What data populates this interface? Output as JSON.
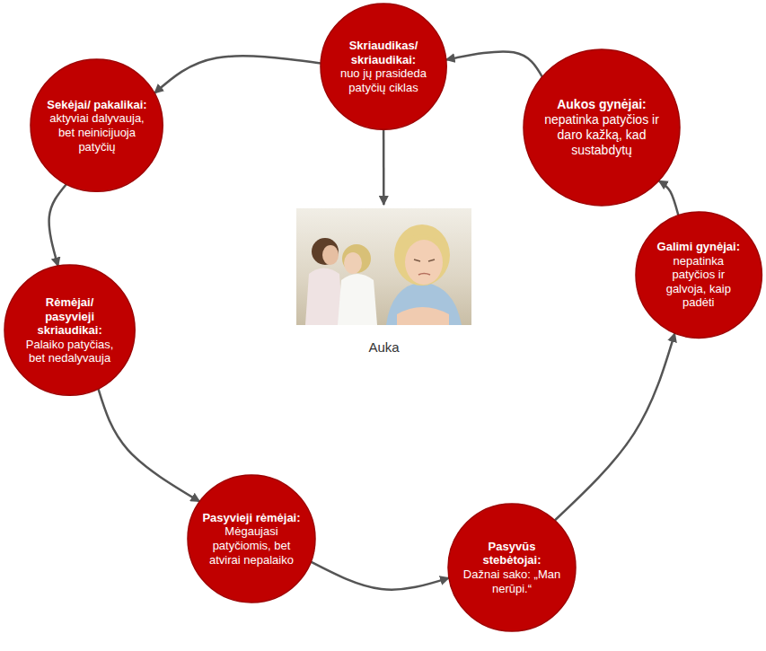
{
  "diagram": {
    "nodes": [
      {
        "text": [
          "Skriaudikas/ skriaudikai:",
          "nuo jų prasideda patyčių ciklas"
        ]
      },
      {
        "text": [
          "Sekėjai/ pakalikai:",
          "aktyviai dalyvauja, bet neinicijuoja patyčių"
        ]
      },
      {
        "text": [
          "Aukos gynėjai:",
          "nepatinka patyčios ir daro kažką, kad sustabdytų"
        ]
      },
      {
        "text": [
          "Rėmėjai/ pasyvieji skriaudikai:",
          "Palaiko patyčias, bet nedalyvauja"
        ]
      },
      {
        "text": [
          "Auka"
        ]
      },
      {
        "text": [
          "Galimi gynėjai:",
          "nepatinka patyčios ir galvoja, kaip padėti"
        ]
      },
      {
        "text": [
          "Pasyvieji rėmėjai:",
          "Mėgaujasi patyčiomis, bet atvirai nepalaiko"
        ]
      },
      {
        "text": [
          "Pasyvūs stebėtojai:",
          "Dažnai sako: „Man nerūpi.“"
        ]
      }
    ],
    "edges": [
      {
        "from": 0,
        "to": 1,
        "arrow": "to"
      },
      {
        "from": 1,
        "to": 3,
        "arrow": "to"
      },
      {
        "from": 3,
        "to": 6,
        "arrow": "to"
      },
      {
        "from": 6,
        "to": 7,
        "arrow": "to"
      },
      {
        "from": 7,
        "to": 5,
        "arrow": "to"
      },
      {
        "from": 5,
        "to": 2,
        "arrow": "to"
      },
      {
        "from": 2,
        "to": 0,
        "arrow": "to"
      },
      {
        "from": 0,
        "to": 4,
        "arrow": "to"
      }
    ]
  }
}
